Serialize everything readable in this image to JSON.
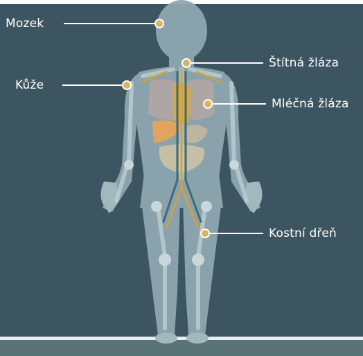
{
  "figure": {
    "labels": {
      "brain": "Mozek",
      "skin": "Kůže",
      "thyroid": "Štítná žláza",
      "mammary": "Mléčná žláza",
      "marrow": "Kostní dřeň"
    },
    "colors": {
      "background": "#3d5560",
      "floor": "#5a7376",
      "body": "#8fa7b0",
      "bone": "#b9ccd0",
      "marker": "#d9b560",
      "line": "#ffffff"
    }
  }
}
